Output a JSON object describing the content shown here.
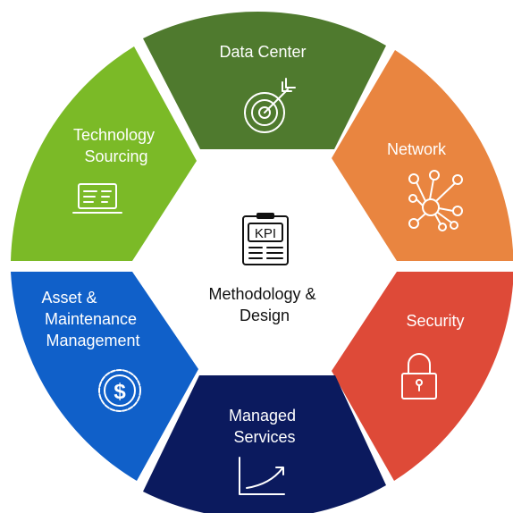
{
  "center": {
    "icon": "kpi-clipboard-icon",
    "icon_text": "KPI",
    "label_line1": "Methodology &",
    "label_line2": "Design"
  },
  "segments": [
    {
      "id": "data-center",
      "lines": [
        "Data Center"
      ],
      "color": "#4f7a2e",
      "icon": "target-icon"
    },
    {
      "id": "network",
      "lines": [
        "Network"
      ],
      "color": "#e98540",
      "icon": "network-nodes-icon"
    },
    {
      "id": "security",
      "lines": [
        "Security"
      ],
      "color": "#de4a38",
      "icon": "padlock-icon"
    },
    {
      "id": "managed-services",
      "lines": [
        "Managed",
        "Services"
      ],
      "color": "#0b1a5e",
      "icon": "growth-chart-icon"
    },
    {
      "id": "asset-maintenance",
      "lines": [
        "Asset &",
        "Maintenance",
        "Management"
      ],
      "color": "#1060c9",
      "icon": "dollar-coin-icon"
    },
    {
      "id": "technology-sourcing",
      "lines": [
        "Technology",
        "Sourcing"
      ],
      "color": "#7bba27",
      "icon": "laptop-icon"
    }
  ]
}
